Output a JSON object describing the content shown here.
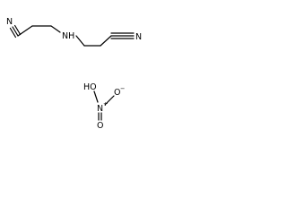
{
  "molecules": [
    {
      "atoms": {
        "amine_nitrogen": "NH",
        "left_nitrile_nitrogen": "N",
        "right_nitrile_nitrogen": "N"
      }
    },
    {
      "atoms": {
        "hydroxyl": "HO",
        "central_nitrogen": "N",
        "central_charge": "+",
        "double_bonded_oxygen": "O",
        "anionic_oxygen": "O",
        "anion_charge": "−"
      }
    }
  ]
}
